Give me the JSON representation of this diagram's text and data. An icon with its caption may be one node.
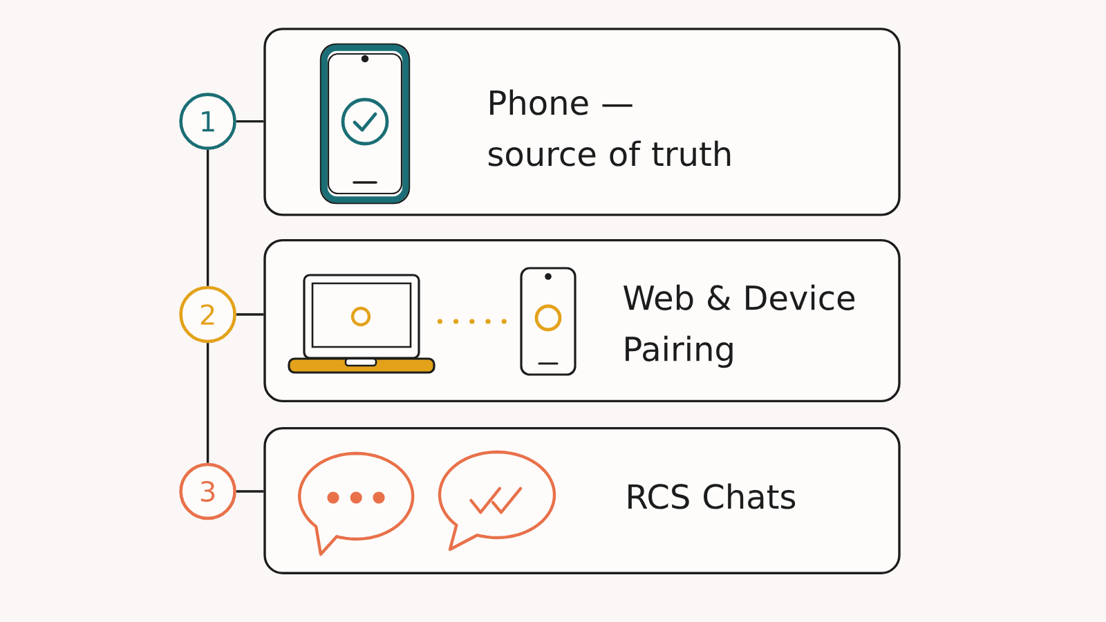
{
  "diagram": {
    "nodes": [
      {
        "text": [
          "1"
        ]
      },
      {
        "text": [
          "Phone — source of truth"
        ]
      },
      {
        "text": [
          "2"
        ]
      },
      {
        "text": [
          "Web & Device Pairing"
        ]
      },
      {
        "text": [],
        "shape": "picture",
        "in": 3
      },
      {
        "text": [],
        "shape": "picture",
        "in": 3
      },
      {
        "text": [
          "3"
        ]
      },
      {
        "text": [
          "RCS Chats"
        ]
      }
    ],
    "edges": [
      {
        "from": 0,
        "to": 1,
        "arrow": "none"
      },
      {
        "from": 0,
        "to": 2,
        "arrow": "none"
      },
      {
        "from": 2,
        "to": 3,
        "arrow": "none"
      },
      {
        "from": 2,
        "to": 6,
        "arrow": "none"
      },
      {
        "from": 6,
        "to": 7,
        "arrow": "none"
      },
      {
        "from": 4,
        "to": 5,
        "arrow": "none",
        "style": "dashed",
        "color": "#e3a21a"
      }
    ]
  }
}
